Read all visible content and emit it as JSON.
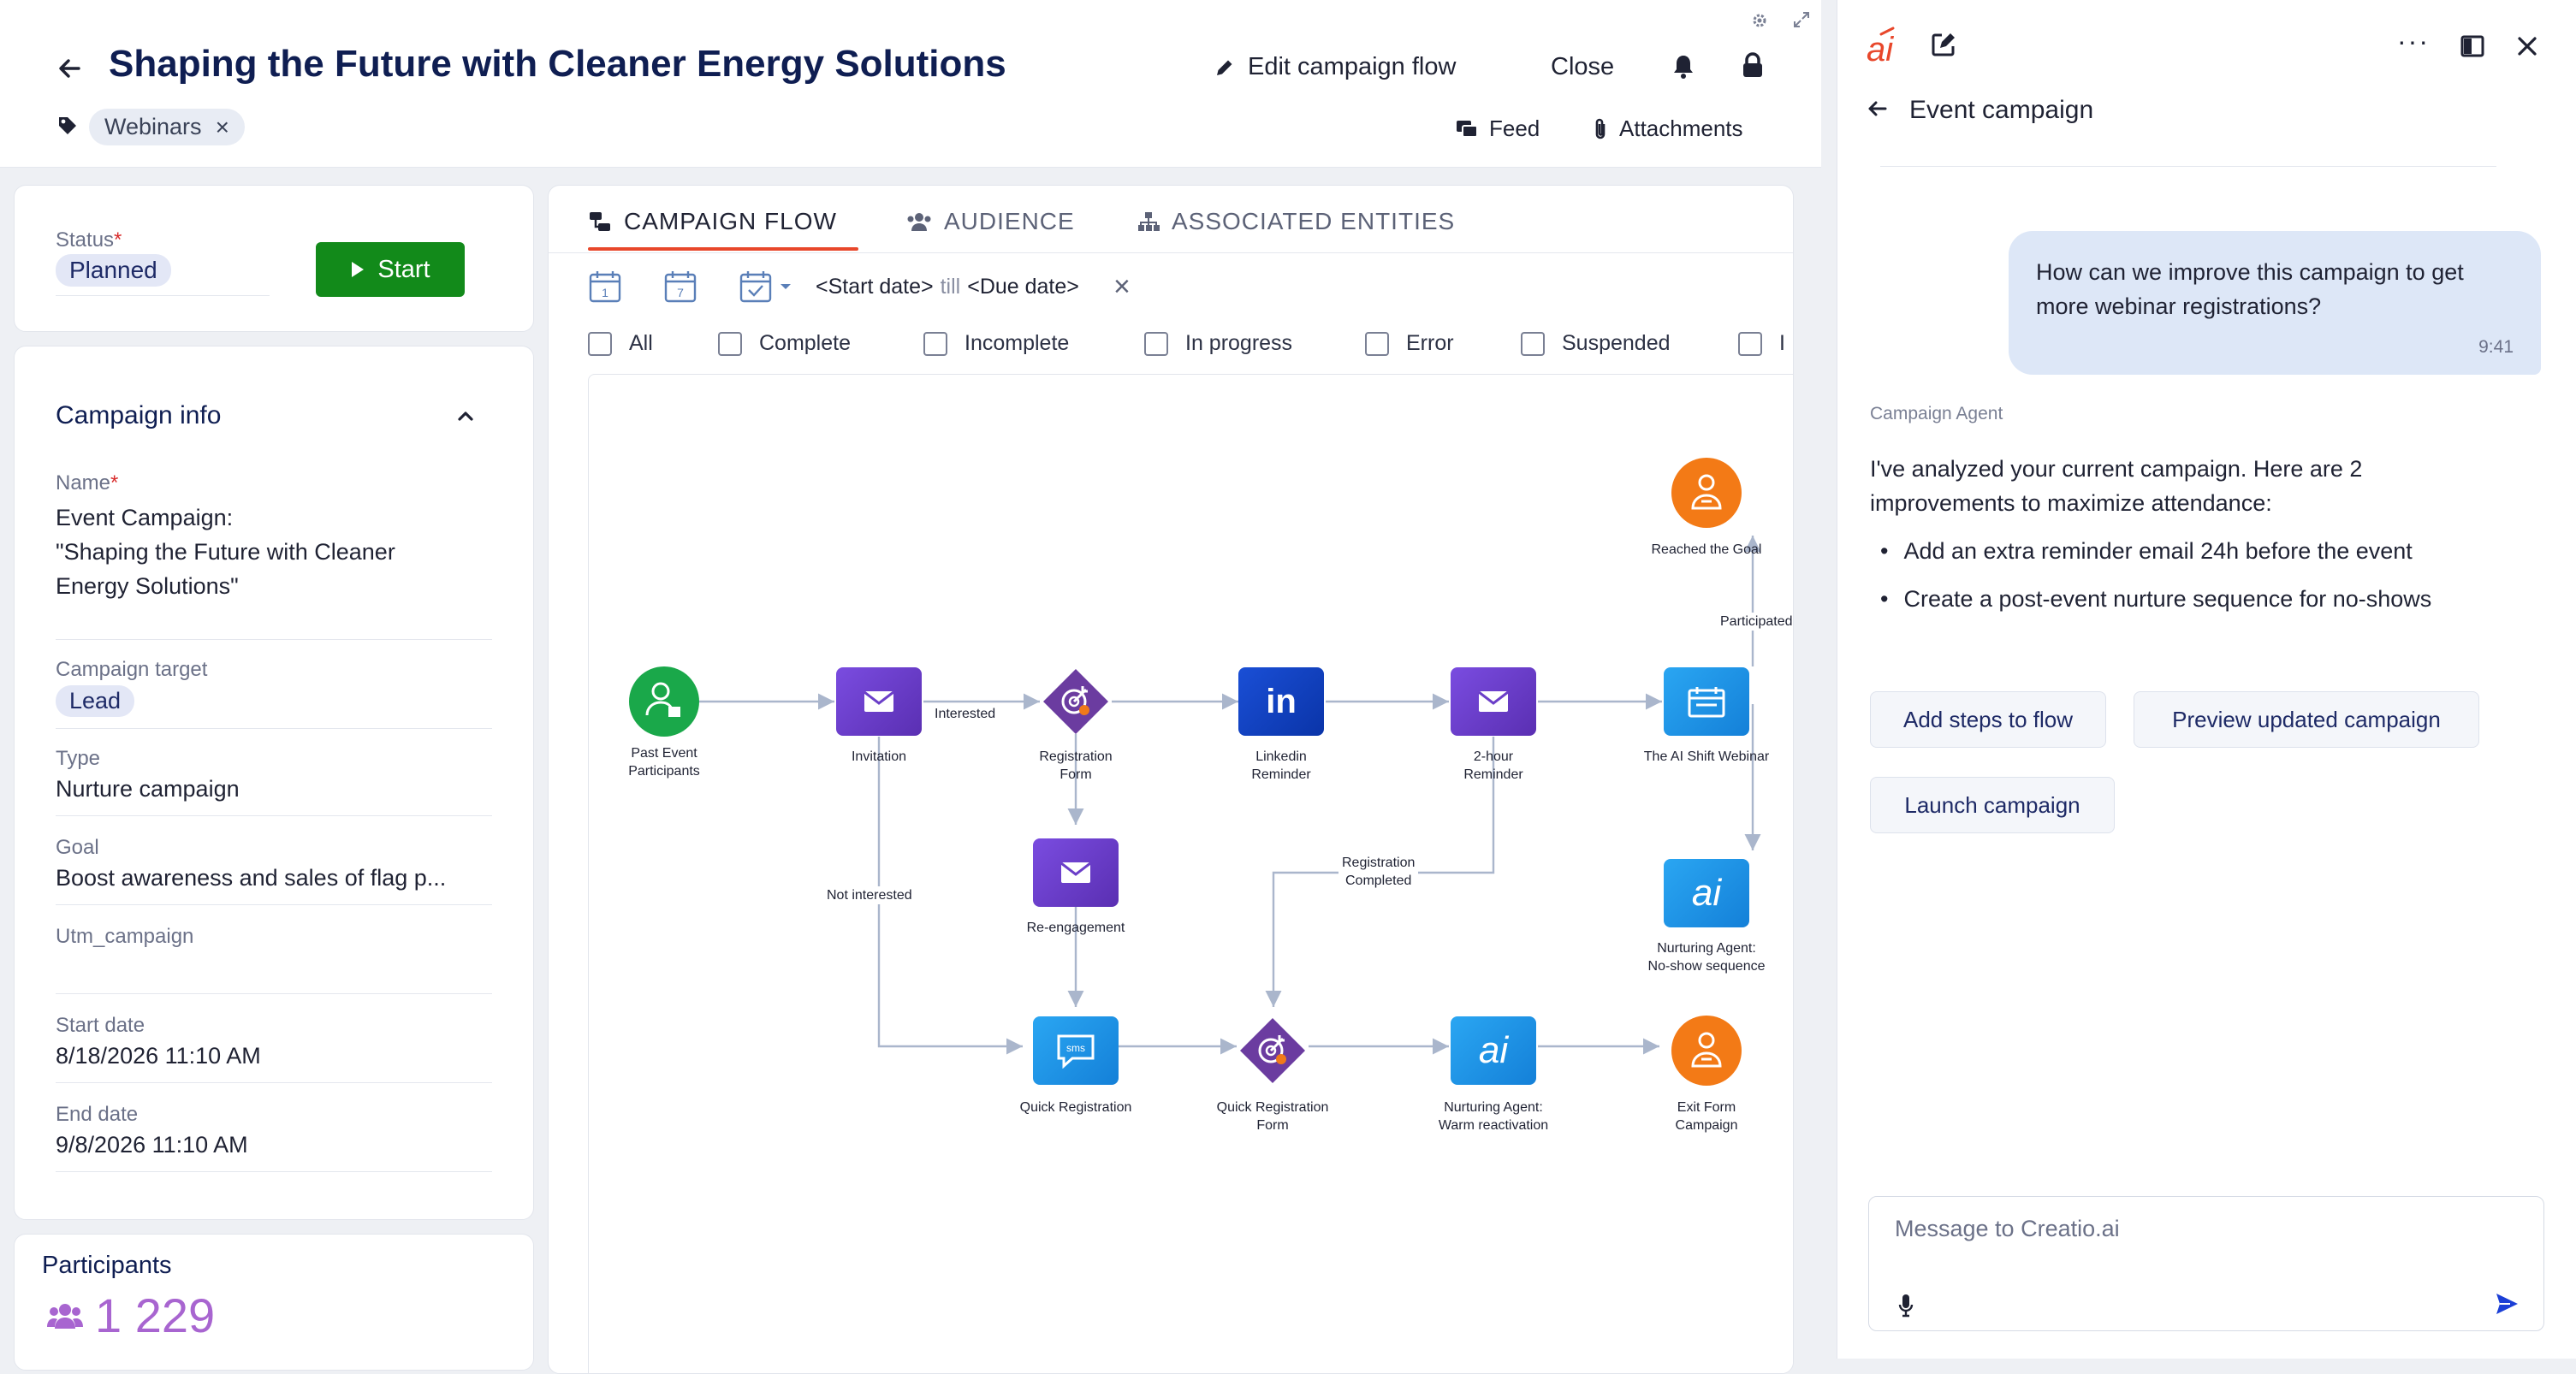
{
  "header": {
    "title": "Shaping the Future with Cleaner Energy Solutions",
    "tag": "Webinars",
    "edit_flow_label": "Edit campaign flow",
    "close_label": "Close",
    "feed_label": "Feed",
    "attachments_label": "Attachments"
  },
  "status_card": {
    "status_label": "Status",
    "status_value": "Planned",
    "start_label": "Start"
  },
  "campaign_info": {
    "section_title": "Campaign info",
    "name_label": "Name",
    "name_value_1": "Event Campaign:",
    "name_value_2": "\"Shaping the Future with Cleaner",
    "name_value_3": "Energy Solutions\"",
    "target_label": "Campaign target",
    "target_value": "Lead",
    "type_label": "Type",
    "type_value": "Nurture campaign",
    "goal_label": "Goal",
    "goal_value": "Boost awareness and sales of flag p...",
    "utm_label": "Utm_campaign",
    "utm_value": "",
    "start_date_label": "Start date",
    "start_date_value": "8/18/2026 11:10 AM",
    "end_date_label": "End date",
    "end_date_value": "9/8/2026 11:10 AM"
  },
  "participants": {
    "label": "Participants",
    "count": "1 229"
  },
  "tabs": [
    {
      "label": "CAMPAIGN FLOW",
      "active": true
    },
    {
      "label": "AUDIENCE",
      "active": false
    },
    {
      "label": "ASSOCIATED ENTITIES",
      "active": false
    }
  ],
  "date_filter": {
    "day_icon_text": "1",
    "week_icon_text": "7",
    "start": "<Start date>",
    "till": "till",
    "due": "<Due date>"
  },
  "filters": [
    "All",
    "Complete",
    "Incomplete",
    "In progress",
    "Error",
    "Suspended",
    "I"
  ],
  "flow": {
    "nodes": {
      "past_event": "Past Event Participants",
      "invitation": "Invitation",
      "registration_form": "Registration Form",
      "linkedin_reminder": "Linkedin Reminder",
      "two_hour_reminder": "2-hour Reminder",
      "webinar": "The AI Shift Webinar",
      "reached_goal": "Reached the Goal",
      "re_engagement": "Re-engagement",
      "nurturing_noshow_1": "Nurturing Agent:",
      "nurturing_noshow_2": "No-show sequence",
      "quick_registration": "Quick Registration",
      "quick_reg_form": "Quick Registration Form",
      "nurturing_warm_1": "Nurturing Agent:",
      "nurturing_warm_2": "Warm reactivation",
      "exit_form": "Exit Form Campaign"
    },
    "edges": {
      "interested": "Interested",
      "not_interested": "Not interested",
      "registration_completed_1": "Registration",
      "registration_completed_2": "Completed",
      "participated": "Participated"
    },
    "icon_text": {
      "linkedin": "in",
      "sms": "sms",
      "ai": "ai"
    }
  },
  "side": {
    "logo": "ai",
    "title": "Event campaign",
    "user_message": "How can we improve this campaign to get more webinar registrations?",
    "user_time": "9:41",
    "agent_name": "Campaign Agent",
    "agent_text": "I've analyzed your current campaign. Here are 2 improvements to maximize attendance:",
    "bullets": [
      "Add an extra reminder email 24h before the event",
      "Create a post-event nurture sequence for no-shows"
    ],
    "actions": {
      "add_steps": "Add steps to flow",
      "preview": "Preview updated campaign",
      "launch": "Launch campaign"
    },
    "input_placeholder": "Message to Creatio.ai"
  },
  "colors": {
    "accent_red": "#e8472b",
    "start_green": "#128a1a",
    "purple": "#6b3fc8",
    "blue": "#1890e8",
    "orange": "#f07a1a",
    "green_node": "#1aa84a",
    "participants_purple": "#a865d0",
    "user_bubble": "#dde7f7"
  }
}
